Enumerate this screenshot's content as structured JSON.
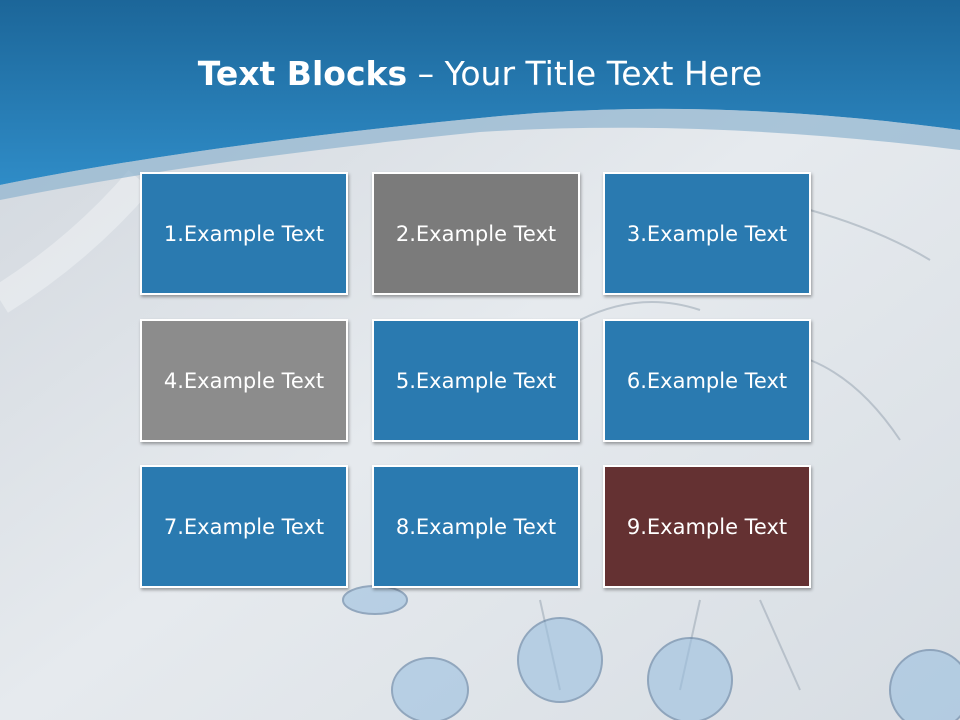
{
  "slide": {
    "title_bold": "Text Blocks",
    "title_dash": " – ",
    "title_rest": "Your Title Text Here"
  },
  "blocks": [
    {
      "label": "1.Example Text",
      "color": "#2a7ab0"
    },
    {
      "label": "2.Example Text",
      "color": "#7b7b7b"
    },
    {
      "label": "3.Example Text",
      "color": "#2a7ab0"
    },
    {
      "label": "4.Example Text",
      "color": "#8c8c8c"
    },
    {
      "label": "5.Example Text",
      "color": "#2a7ab0"
    },
    {
      "label": "6.Example Text",
      "color": "#2a7ab0"
    },
    {
      "label": "7.Example Text",
      "color": "#2a7ab0"
    },
    {
      "label": "8.Example Text",
      "color": "#2a7ab0"
    },
    {
      "label": "9.Example Text",
      "color": "#643132"
    }
  ],
  "colors": {
    "header_blue": "#2478b4",
    "background": "#dde3ea"
  }
}
